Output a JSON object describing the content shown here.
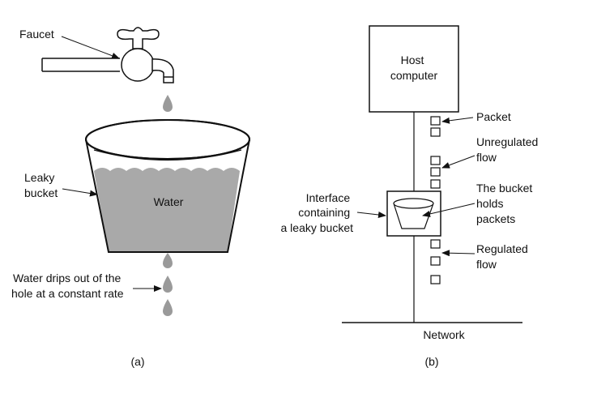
{
  "panel_a": {
    "faucet_label": "Faucet",
    "bucket_label": [
      "Leaky",
      "bucket"
    ],
    "water_label": "Water",
    "drip_label": [
      "Water drips out of the",
      "hole at a constant rate"
    ],
    "caption": "(a)"
  },
  "panel_b": {
    "host_label": [
      "Host",
      "computer"
    ],
    "packet_label": "Packet",
    "unregulated_label": [
      "Unregulated",
      "flow"
    ],
    "bucket_holds_label": [
      "The bucket",
      "holds",
      "packets"
    ],
    "interface_label": [
      "Interface",
      "containing",
      "a leaky bucket"
    ],
    "regulated_label": [
      "Regulated",
      "flow"
    ],
    "network_label": "Network",
    "caption": "(b)"
  },
  "colors": {
    "water": "#a9a9a9",
    "line": "#111111",
    "drop": "#9a9a9a"
  }
}
